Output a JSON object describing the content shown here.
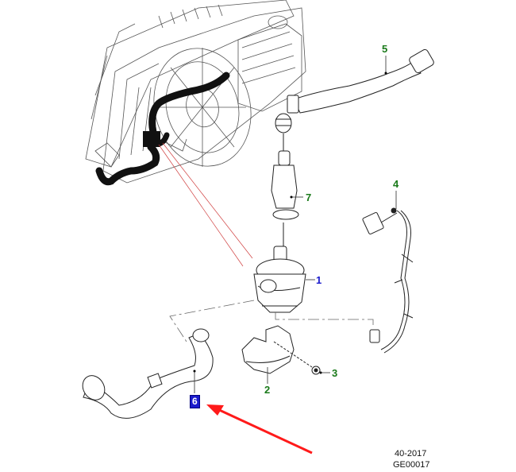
{
  "diagram": {
    "description": "Exploded parts view of auxiliary coolant pump system",
    "colors": {
      "callout_green": "#1a7a1a",
      "callout_blue": "#1a1acc",
      "highlight_bg": "#1a1acc",
      "arrow_red": "#ff0000",
      "leader_line": "#444444",
      "hose_black": "#111111"
    },
    "callouts": [
      {
        "id": "1",
        "label": "1",
        "part": "coolant-pump",
        "color": "blue"
      },
      {
        "id": "2",
        "label": "2",
        "part": "pump-bracket",
        "color": "green"
      },
      {
        "id": "3",
        "label": "3",
        "part": "bracket-bolt",
        "color": "green"
      },
      {
        "id": "4",
        "label": "4",
        "part": "wiring-harness",
        "color": "green"
      },
      {
        "id": "5",
        "label": "5",
        "part": "upper-coolant-hose",
        "color": "green"
      },
      {
        "id": "6",
        "label": "6",
        "part": "lower-coolant-hose",
        "color": "highlight"
      },
      {
        "id": "7",
        "label": "7",
        "part": "pump-inlet-hose",
        "color": "green"
      }
    ],
    "annotation": {
      "arrow_target": "6",
      "arrow_color": "red"
    }
  },
  "footer": {
    "revision": "40-2017",
    "figure_code": "GE00017"
  }
}
